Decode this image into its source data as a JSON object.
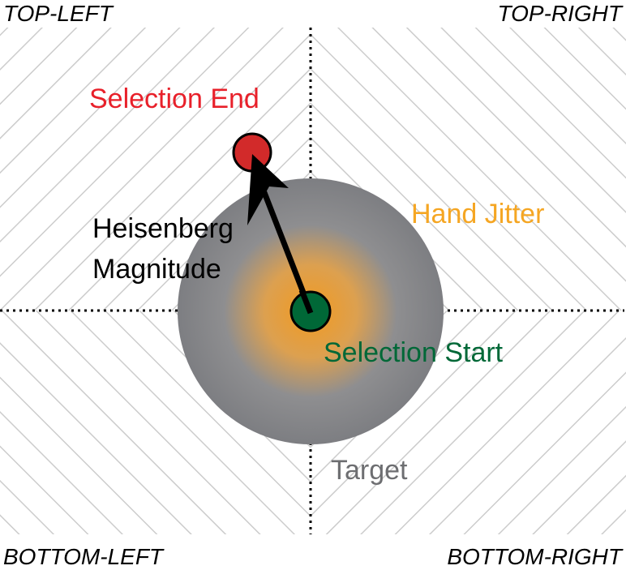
{
  "corners": {
    "top_left": "TOP-LEFT",
    "top_right": "TOP-RIGHT",
    "bottom_left": "BOTTOM-LEFT",
    "bottom_right": "BOTTOM-RIGHT"
  },
  "labels": {
    "selection_end": "Selection End",
    "hand_jitter": "Hand Jitter",
    "heisenberg_line1": "Heisenberg",
    "heisenberg_line2": "Magnitude",
    "selection_start": "Selection Start",
    "target": "Target"
  },
  "colors": {
    "selection_end": "#e8202a",
    "hand_jitter": "#f5a623",
    "selection_start": "#006837",
    "target": "#6d6e71",
    "hatch": "#cccccc",
    "end_dot": "#d22a2a",
    "start_dot": "#006837"
  }
}
